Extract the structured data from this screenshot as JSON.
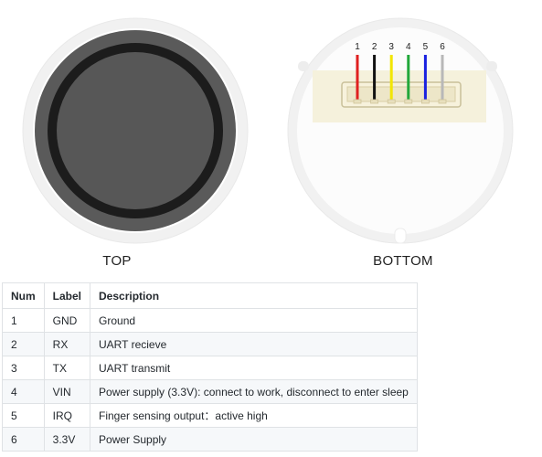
{
  "captions": {
    "top": "TOP",
    "bottom": "BOTTOM"
  },
  "connector": {
    "pins": [
      {
        "number": "1",
        "color": "#e02020"
      },
      {
        "number": "2",
        "color": "#111111"
      },
      {
        "number": "3",
        "color": "#f2e600"
      },
      {
        "number": "4",
        "color": "#22a83a"
      },
      {
        "number": "5",
        "color": "#1a22e0"
      },
      {
        "number": "6",
        "color": "#b8b8b8"
      }
    ]
  },
  "table": {
    "headers": {
      "num": "Num",
      "label": "Label",
      "description": "Description"
    },
    "rows": [
      {
        "num": "1",
        "label": "GND",
        "description": "Ground"
      },
      {
        "num": "2",
        "label": "RX",
        "description": "UART recieve"
      },
      {
        "num": "3",
        "label": "TX",
        "description": "UART transmit"
      },
      {
        "num": "4",
        "label": "VIN",
        "description": "Power supply (3.3V): connect to work, disconnect to enter sleep"
      },
      {
        "num": "5",
        "label": "IRQ",
        "description": "Finger sensing output：active high"
      },
      {
        "num": "6",
        "label": "3.3V",
        "description": "Power Supply"
      }
    ]
  }
}
